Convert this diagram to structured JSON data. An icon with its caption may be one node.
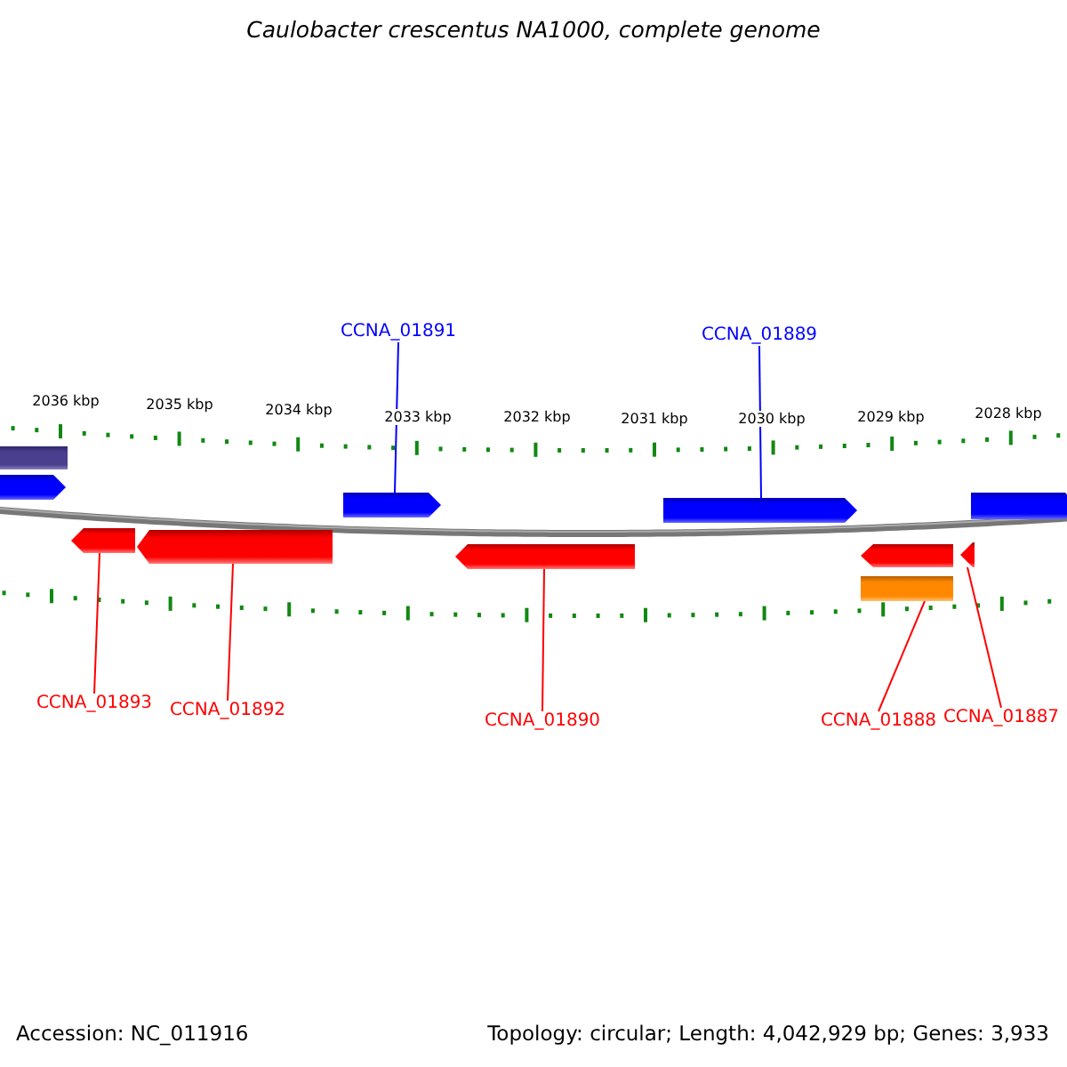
{
  "diagram": {
    "title": "Caulobacter crescentus NA1000, complete genome",
    "nodes": [
      {
        "text": [
          "CCNA_01891"
        ]
      },
      {
        "text": [
          "CCNA_01889"
        ]
      },
      {
        "text": [
          "CCNA_01893"
        ]
      },
      {
        "text": [
          "CCNA_01892"
        ]
      },
      {
        "text": [
          "CCNA_01890"
        ]
      },
      {
        "text": [
          "CCNA_01888"
        ]
      },
      {
        "text": [
          "CCNA_01887"
        ]
      },
      {
        "text": [],
        "shape": "bar"
      },
      {
        "text": [],
        "shape": "arrow"
      },
      {
        "text": [],
        "shape": "arrow"
      },
      {
        "text": [],
        "shape": "arrow"
      },
      {
        "text": [],
        "shape": "arrow"
      },
      {
        "text": [],
        "shape": "arrow"
      },
      {
        "text": [],
        "shape": "arrow"
      },
      {
        "text": [],
        "shape": "arrow"
      },
      {
        "text": [],
        "shape": "arrow"
      },
      {
        "text": [],
        "shape": "arrow"
      },
      {
        "text": [],
        "shape": "bar"
      }
    ],
    "edges": [
      {
        "from": 0,
        "to": 9,
        "arrow": "none",
        "color": "#0000ff"
      },
      {
        "from": 1,
        "to": 10,
        "arrow": "none",
        "color": "#0000ff"
      },
      {
        "from": 2,
        "to": 12,
        "arrow": "none"
      },
      {
        "from": 3,
        "to": 13,
        "arrow": "none"
      },
      {
        "from": 4,
        "to": 14,
        "arrow": "none"
      },
      {
        "from": 5,
        "to": 17,
        "arrow": "none"
      },
      {
        "from": 6,
        "to": 16,
        "arrow": "none"
      }
    ],
    "labels": [
      "2036 kbp",
      "2035 kbp",
      "2034 kbp",
      "2033 kbp",
      "2032 kbp",
      "2031 kbp",
      "2030 kbp",
      "2029 kbp",
      "2028 kbp",
      "Accession: NC_011916",
      "Topology: circular; Length: 4,042,929 bp; Genes: 3,933"
    ]
  }
}
